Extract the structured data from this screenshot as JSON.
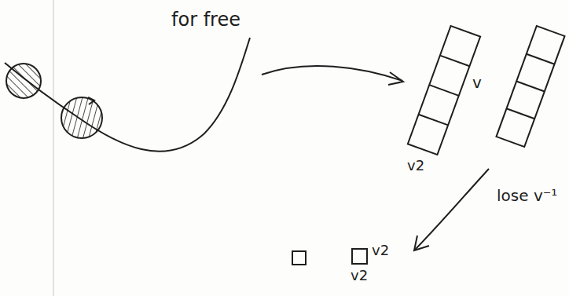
{
  "diagram": {
    "labels": [
      "for free",
      "v",
      "v2",
      "lose v⁻¹",
      "v2",
      "v2"
    ]
  }
}
